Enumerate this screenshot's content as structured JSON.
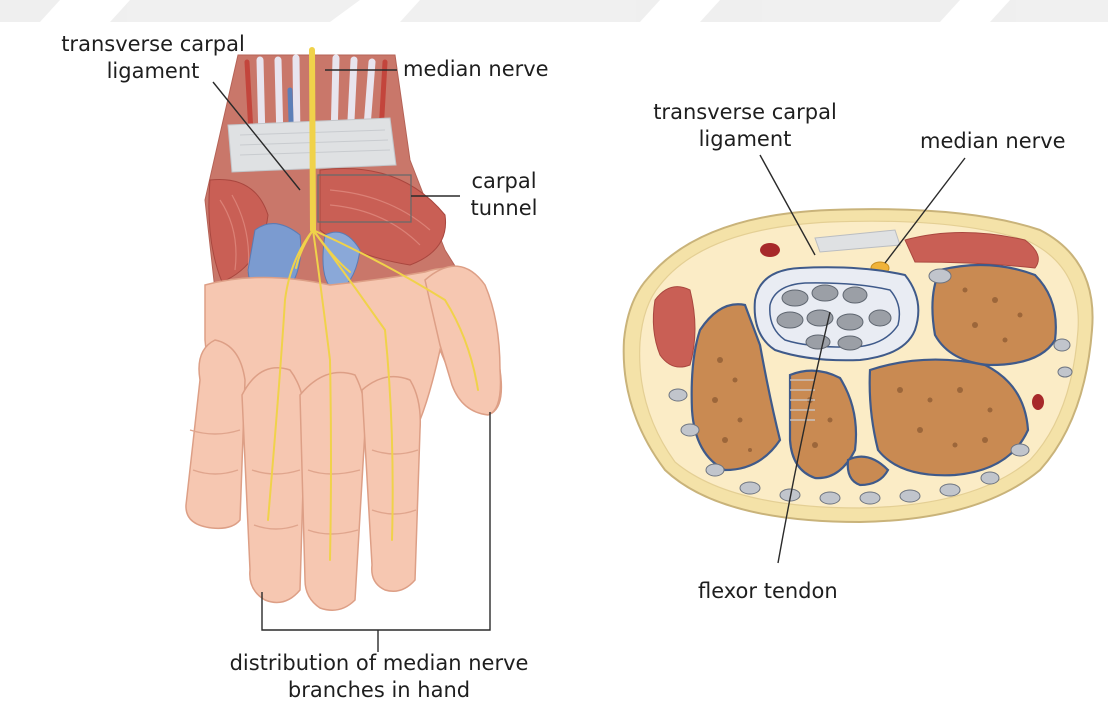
{
  "labels": {
    "hand_transverse_carpal_ligament": [
      "transverse carpal",
      "ligament"
    ],
    "hand_median_nerve": "median nerve",
    "hand_carpal_tunnel": [
      "carpal",
      "tunnel"
    ],
    "hand_distribution": [
      "distribution of median nerve",
      "branches in hand"
    ],
    "cross_transverse_carpal_ligament": [
      "transverse carpal",
      "ligament"
    ],
    "cross_median_nerve": "median nerve",
    "cross_flexor_tendon": "flexor tendon"
  },
  "colors": {
    "skin": "#f6c7b1",
    "skin_shadow": "#e7a68d",
    "muscle": "#c95f55",
    "nerve": "#f0d24a",
    "ligament": "#dfe1e3",
    "vein": "#6d8fc4",
    "bone": "#c98a52",
    "bone_dark": "#8d5a32",
    "fat": "#f4e2a8",
    "leader": "#2a2a2a"
  }
}
